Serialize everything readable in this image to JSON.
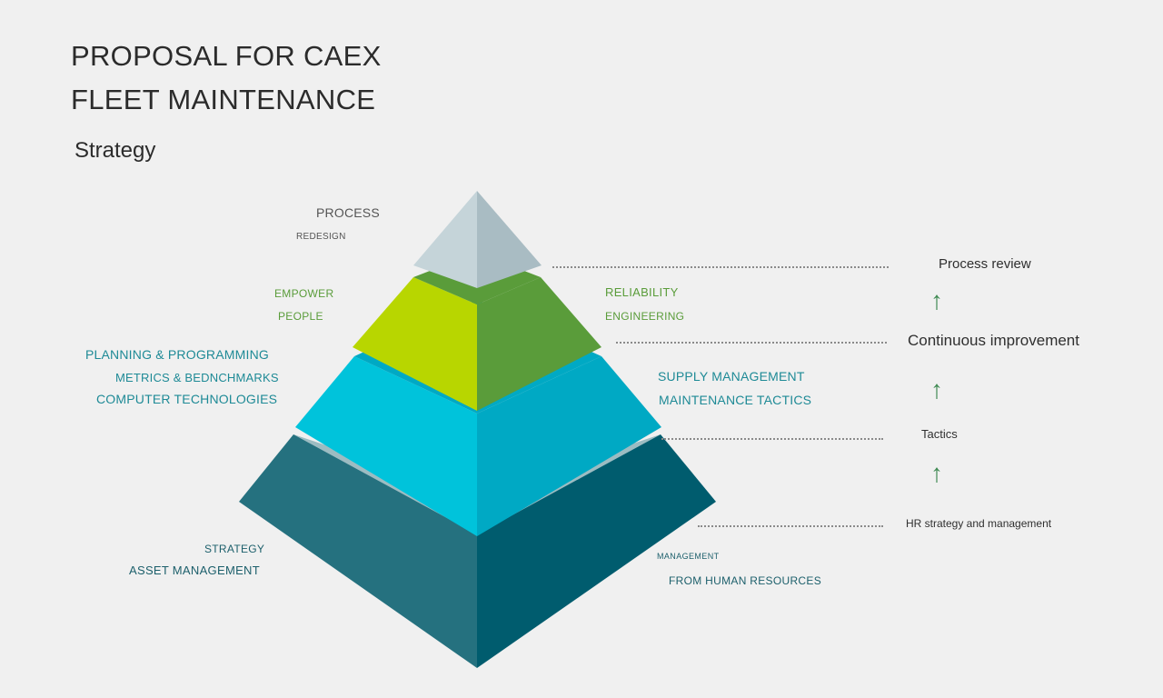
{
  "title_line1": "PROPOSAL FOR CAEX",
  "title_line2": "FLEET MAINTENANCE",
  "subtitle": "Strategy",
  "colors": {
    "top": "#c5d4d9",
    "green_light": "#b8d600",
    "green_dark": "#5a9c3a",
    "cyan_light": "#00c3db",
    "cyan_dark": "#00a9c4",
    "teal_light": "#25717f",
    "teal_dark": "#005c6e",
    "label_gray": "#555555",
    "label_green": "#5a9c3a",
    "label_teal": "#1e8a96",
    "label_dark_teal": "#1c5f6b",
    "arrow_green": "#3f8a52"
  },
  "labels": {
    "process": "PROCESS",
    "redesign": "REDESIGN",
    "empower": "EMPOWER",
    "people": "PEOPLE",
    "reliability": "RELIABILITY",
    "engineering": "ENGINEERING",
    "planning": "PLANNING & PROGRAMMING",
    "metrics": "METRICS & BEDNCHMARKS",
    "computer": "COMPUTER TECHNOLOGIES",
    "supply": "SUPPLY MANAGEMENT",
    "tactics": "MAINTENANCE TACTICS",
    "strategy": "STRATEGY",
    "asset": "ASSET MANAGEMENT",
    "management": "MANAGEMENT",
    "hr": "FROM HUMAN RESOURCES"
  },
  "side_levels": [
    "Process review",
    "Continuous improvement",
    "Tactics",
    "HR strategy and management"
  ],
  "arrow_glyph": "↑"
}
